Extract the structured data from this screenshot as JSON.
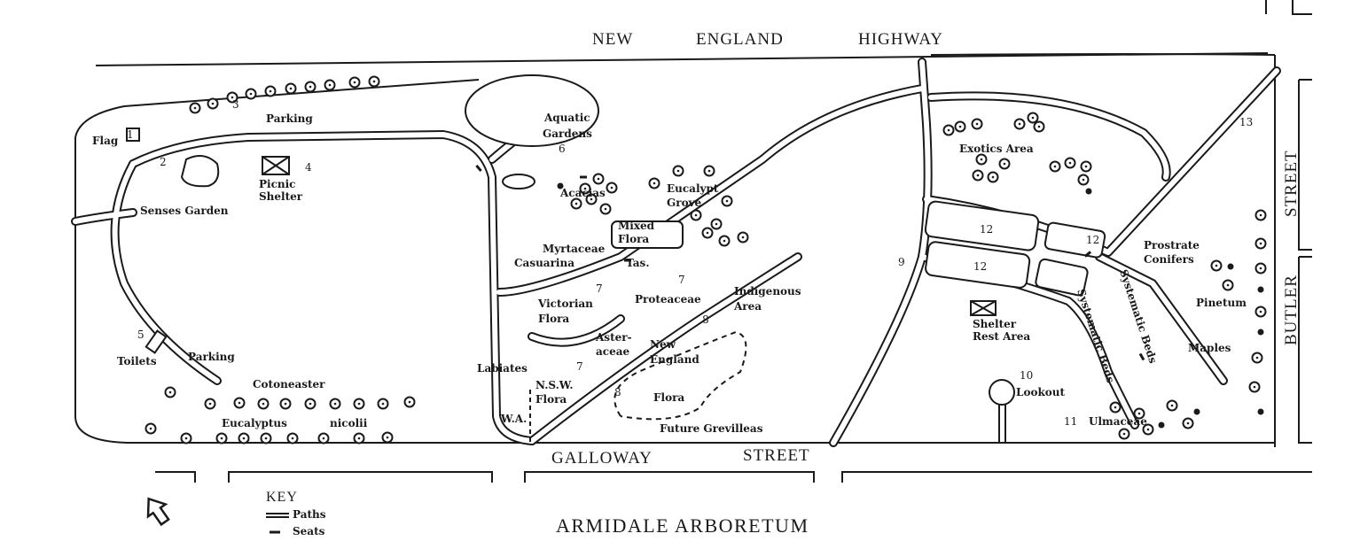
{
  "title": "ARMIDALE ARBORETUM",
  "streets": {
    "highway": [
      "NEW",
      "ENGLAND",
      "HIGHWAY"
    ],
    "galloway": [
      "GALLOWAY",
      "STREET"
    ],
    "butler": [
      "BUTLER",
      "STREET"
    ]
  },
  "key": {
    "heading": "KEY",
    "paths": "Paths",
    "seats": "Seats"
  },
  "areas": {
    "flag": "Flag",
    "parking_top": "Parking",
    "senses": "Senses Garden",
    "picnic1": "Picnic",
    "picnic2": "Shelter",
    "toilets": "Toilets",
    "parking_bottom": "Parking",
    "cotoneaster": "Cotoneaster",
    "eucalyptus": "Eucalyptus",
    "nicolii": "nicolii",
    "aquatic1": "Aquatic",
    "aquatic2": "Gardens",
    "acacias": "Acacias",
    "eucalypt1": "Eucalypt",
    "eucalypt2": "Grove",
    "mixed1": "Mixed",
    "mixed2": "Flora",
    "myrtaceae": "Myrtaceae",
    "casuarina": "Casuarina",
    "tas": "Tas.",
    "victorian1": "Victorian",
    "victorian2": "Flora",
    "proteaceae": "Proteaceae",
    "indigenous1": "Indigenous",
    "indigenous2": "Area",
    "aster1": "Aster-",
    "aster2": "aceae",
    "newengland1": "New",
    "newengland2": "England",
    "newengland3": "Flora",
    "labiates": "Labiates",
    "nsw1": "N.S.W.",
    "nsw2": "Flora",
    "wa": "W.A.",
    "grevilleas": "Future Grevilleas",
    "exotics": "Exotics Area",
    "shelter1": "Shelter",
    "shelter2": "Rest Area",
    "lookout": "Lookout",
    "ulmaceae": "Ulmaceae",
    "systematic1": "Systematic Beds",
    "systematic2": "Systematic Beds",
    "prostrate1": "Prostrate",
    "prostrate2": "Conifers",
    "pinetum": "Pinetum",
    "maples": "Maples"
  },
  "numbers": {
    "n1": "1",
    "n2": "2",
    "n3": "3",
    "n4": "4",
    "n5": "5",
    "n6": "6",
    "n7a": "7",
    "n7b": "7",
    "n7c": "7",
    "n8a": "8",
    "n8b": "8",
    "n9": "9",
    "n10": "10",
    "n11": "11",
    "n12a": "12",
    "n12b": "12",
    "n12c": "12",
    "n13": "13"
  }
}
